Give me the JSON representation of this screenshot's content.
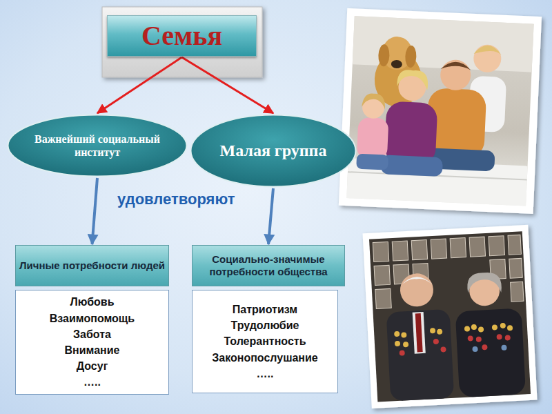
{
  "diagram": {
    "nodes": [
      {
        "text": [
          "Семья"
        ]
      },
      {
        "text": [
          "Важнейший социальный институт"
        ]
      },
      {
        "text": [
          "Малая группа"
        ]
      },
      {
        "text": [
          "Личные потребности людей"
        ]
      },
      {
        "text": [
          "Любовь",
          "Взаимопомощь",
          "Забота",
          "Внимание",
          "Досуг",
          "….."
        ]
      },
      {
        "text": [
          "Социально-значимые потребности общества"
        ]
      },
      {
        "text": [
          "Патриотизм",
          "Трудолюбие",
          "Толерантность",
          "Законопослушание",
          "….."
        ]
      }
    ],
    "edges": [
      {
        "from": 0,
        "to": 1,
        "arrow": "to"
      },
      {
        "from": 0,
        "to": 2,
        "arrow": "to"
      },
      {
        "from": 1,
        "to": 3,
        "arrow": "to"
      },
      {
        "from": 2,
        "to": 5,
        "arrow": "to"
      }
    ],
    "labels": [
      "удовлетворяют"
    ]
  }
}
